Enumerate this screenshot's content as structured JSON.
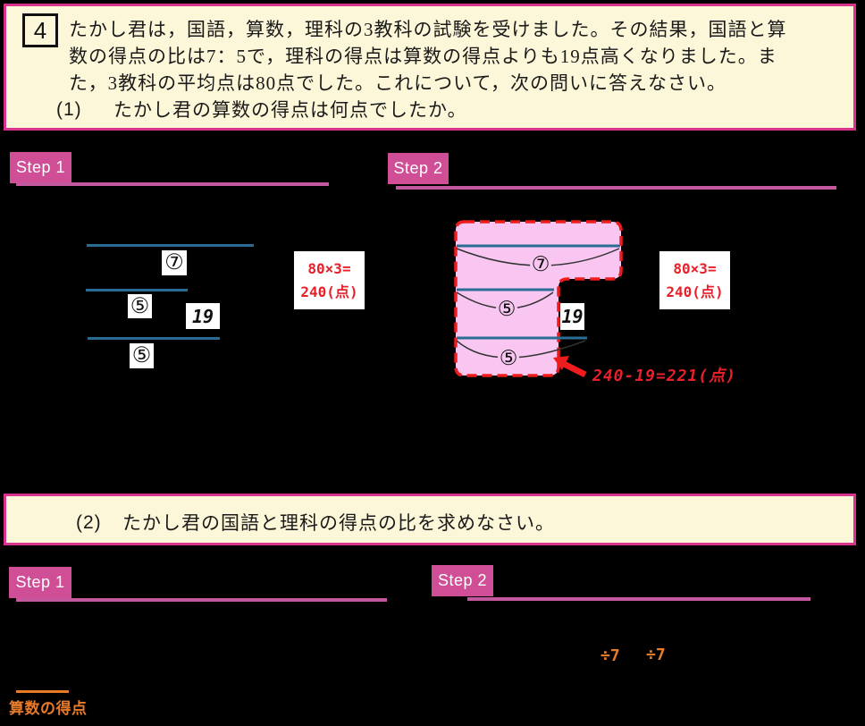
{
  "colors": {
    "background": "#000000",
    "box_fill": "#fcf7d8",
    "magenta": "#d8348e",
    "step_pink": "#cf4e96",
    "bar_blue": "#2b6c94",
    "shape_pink": "#f9c6f2",
    "dash_red": "#ee1c1c",
    "hand_red": "#e8202a",
    "hand_orange": "#e87b2a"
  },
  "problem1": {
    "number": "4",
    "line1": "たかし君は，国語，算数，理科の3教科の試験を受けました。その結果，国語と算",
    "line2": "数の得点の比は7：5で，理科の得点は算数の得点よりも19点高くなりました。ま",
    "line3": "た，3教科の平均点は80点でした。これについて，次の問いに答えなさい。",
    "q1_label": "(1)",
    "q1_text": "たかし君の算数の得点は何点でしたか。"
  },
  "steps": {
    "step1_label": "Step 1",
    "step2_label": "Step 2"
  },
  "diagram1": {
    "bar1_label": "⑦",
    "bar2_label": "⑤",
    "bar3_label": "⑤",
    "diff_label": "19",
    "calc_line1": "80×3=",
    "calc_line2": "240(点)"
  },
  "diagram2": {
    "bar1_label": "⑦",
    "bar2_label": "⑤",
    "bar3_label": "⑤",
    "diff_label": "19",
    "calc_line1": "80×3=",
    "calc_line2": "240(点)",
    "arrow_formula": "240-19=221(点)"
  },
  "problem2": {
    "q2_label": "(2)",
    "q2_text": "たかし君の国語と理科の得点の比を求めなさい。"
  },
  "bottom": {
    "divide1": "÷7",
    "divide2": "÷7",
    "answer_label": "算数の得点"
  }
}
